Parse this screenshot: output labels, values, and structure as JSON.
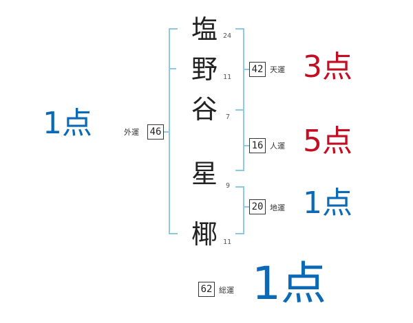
{
  "name_chars": [
    {
      "char": "塩",
      "strokes": "24"
    },
    {
      "char": "野",
      "strokes": "11"
    },
    {
      "char": "谷",
      "strokes": "7"
    },
    {
      "char": "星",
      "strokes": "9"
    },
    {
      "char": "椰",
      "strokes": "11"
    }
  ],
  "fortunes": {
    "gaiun": {
      "label": "外運",
      "value": "46",
      "score": "1点"
    },
    "tenun": {
      "label": "天運",
      "value": "42",
      "score": "3点"
    },
    "jinun": {
      "label": "人運",
      "value": "16",
      "score": "5点"
    },
    "chiun": {
      "label": "地運",
      "value": "20",
      "score": "1点"
    },
    "souun": {
      "label": "総運",
      "value": "62",
      "score": "1点"
    }
  },
  "colors": {
    "bracket": "#8fc8e3",
    "score_red": "#c30d23",
    "score_blue": "#0a6ab8"
  }
}
